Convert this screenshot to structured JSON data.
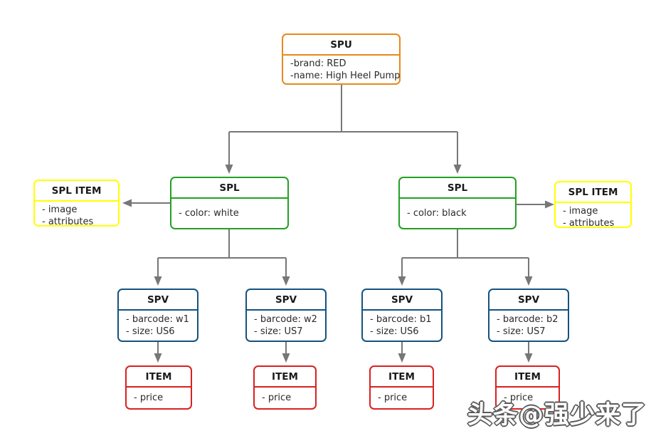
{
  "diagram": {
    "type": "entity-hierarchy",
    "nodes": {
      "spu": {
        "title": "SPU",
        "line1": "-brand: RED",
        "line2": "-name: High Heel Pump"
      },
      "spl_item_left": {
        "title": "SPL ITEM",
        "line1": "- image",
        "line2": "- attributes"
      },
      "spl_left": {
        "title": "SPL",
        "line1": "- color: white"
      },
      "spl_right": {
        "title": "SPL",
        "line1": "- color: black"
      },
      "spl_item_right": {
        "title": "SPL ITEM",
        "line1": "- image",
        "line2": "- attributes"
      },
      "spv1": {
        "title": "SPV",
        "line1": "- barcode: w1",
        "line2": "- size: US6"
      },
      "spv2": {
        "title": "SPV",
        "line1": "- barcode: w2",
        "line2": "- size: US7"
      },
      "spv3": {
        "title": "SPV",
        "line1": "- barcode: b1",
        "line2": "- size: US6"
      },
      "spv4": {
        "title": "SPV",
        "line1": "- barcode: b2",
        "line2": "- size: US7"
      },
      "item1": {
        "title": "ITEM",
        "line1": "- price"
      },
      "item2": {
        "title": "ITEM",
        "line1": "- price"
      },
      "item3": {
        "title": "ITEM",
        "line1": "- price"
      },
      "item4": {
        "title": "ITEM",
        "line1": "- price"
      }
    },
    "edges": [
      "SPU -> SPL (white)",
      "SPU -> SPL (black)",
      "SPL (white) -> SPL ITEM (left)",
      "SPL (black) -> SPL ITEM (right)",
      "SPL (white) -> SPV w1",
      "SPL (white) -> SPV w2",
      "SPL (black) -> SPV b1",
      "SPL (black) -> SPV b2",
      "SPV w1 -> ITEM",
      "SPV w2 -> ITEM",
      "SPV b1 -> ITEM",
      "SPV b2 -> ITEM"
    ],
    "colors": {
      "spu_border": "#e8891c",
      "spl_border": "#22a122",
      "spl_item_border": "#ffff00",
      "spv_border": "#14537f",
      "item_border": "#d92121",
      "connector": "#777777",
      "background": "#ffffff"
    },
    "watermark": {
      "text": "头条@强少来了"
    }
  }
}
